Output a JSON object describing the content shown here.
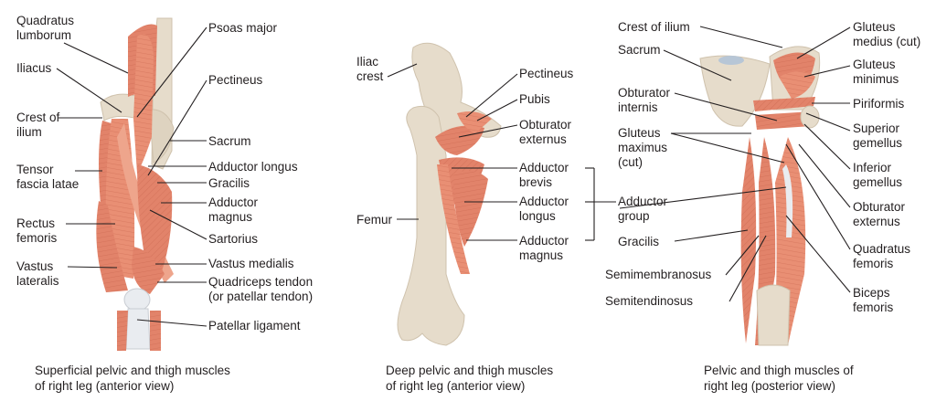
{
  "colors": {
    "muscle": "#e2836a",
    "muscle_light": "#eea58c",
    "muscle_dark": "#c9654e",
    "bone": "#e6dccb",
    "bone_dark": "#cfc2ad",
    "tendon": "#e9ecf0",
    "leader": "#231f20",
    "text": "#231f20"
  },
  "panels": [
    {
      "caption": "Superficial pelvic and thigh muscles\nof right leg (anterior view)",
      "labels": {
        "quadratus_lumborum": "Quadratus\nlumborum",
        "iliacus": "Iliacus",
        "crest_of_ilium": "Crest of\nilium",
        "tensor_fascia_latae": "Tensor\nfascia latae",
        "rectus_femoris": "Rectus\nfemoris",
        "vastus_lateralis": "Vastus\nlateralis",
        "psoas_major": "Psoas major",
        "pectineus": "Pectineus",
        "sacrum": "Sacrum",
        "adductor_longus": "Adductor longus",
        "gracilis": "Gracilis",
        "adductor_magnus": "Adductor\nmagnus",
        "sartorius": "Sartorius",
        "vastus_medialis": "Vastus medialis",
        "quadriceps_tendon": "Quadriceps tendon\n(or patellar tendon)",
        "patellar_ligament": "Patellar ligament"
      }
    },
    {
      "caption": "Deep pelvic and thigh muscles\nof right leg (anterior view)",
      "labels": {
        "iliac_crest": "Iliac\ncrest",
        "femur": "Femur",
        "pectineus": "Pectineus",
        "pubis": "Pubis",
        "obturator_externus": "Obturator\nexternus",
        "adductor_brevis": "Adductor\nbrevis",
        "adductor_longus": "Adductor\nlongus",
        "adductor_magnus": "Adductor\nmagnus",
        "adductor_group": "Adductor\ngroup"
      }
    },
    {
      "caption": "Pelvic and thigh muscles of\nright leg (posterior view)",
      "labels": {
        "crest_of_ilium": "Crest of ilium",
        "sacrum": "Sacrum",
        "obturator_internis": "Obturator\ninternis",
        "gluteus_maximus_cut": "Gluteus\nmaximus\n(cut)",
        "gracilis": "Gracilis",
        "semimembranosus": "Semimembranosus",
        "semitendinosus": "Semitendinosus",
        "gluteus_medius_cut": "Gluteus\nmedius (cut)",
        "gluteus_minimus": "Gluteus\nminimus",
        "piriformis": "Piriformis",
        "superior_gemellus": "Superior\ngemellus",
        "inferior_gemellus": "Inferior\ngemellus",
        "obturator_externus": "Obturator\nexternus",
        "quadratus_femoris": "Quadratus\nfemoris",
        "biceps_femoris": "Biceps\nfemoris"
      }
    }
  ]
}
